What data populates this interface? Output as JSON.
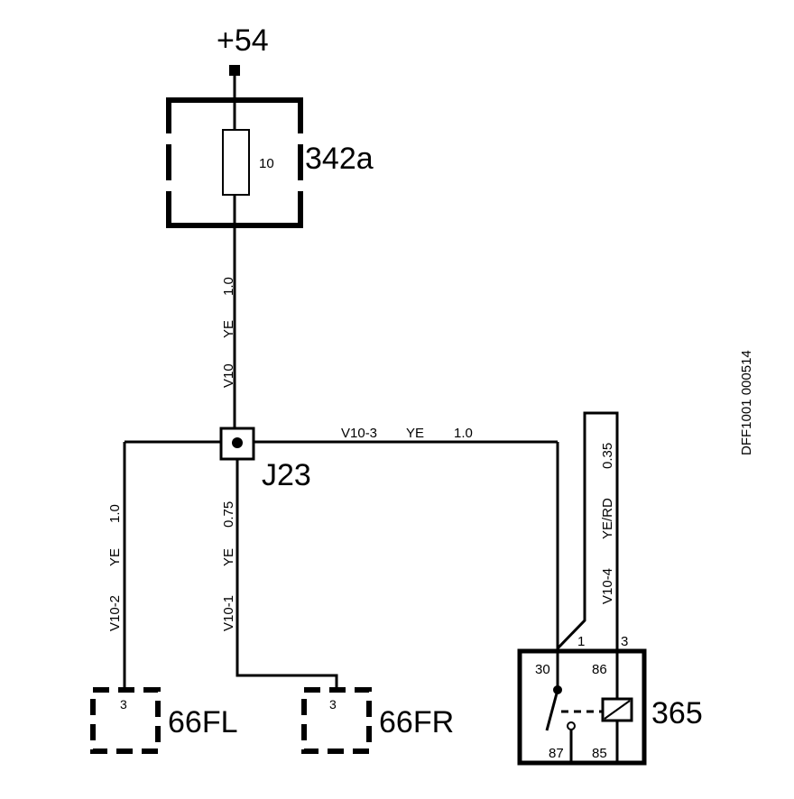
{
  "supply": {
    "label": "+54"
  },
  "fuse": {
    "id": "342a",
    "rating": "10"
  },
  "wires": {
    "v10": {
      "name": "V10",
      "color": "YE",
      "size": "1.0"
    },
    "v10_3": {
      "name": "V10-3",
      "color": "YE",
      "size": "1.0"
    },
    "v10_2": {
      "name": "V10-2",
      "color": "YE",
      "size": "1.0"
    },
    "v10_1": {
      "name": "V10-1",
      "color": "YE",
      "size": "0.75"
    },
    "v10_4": {
      "name": "V10-4",
      "color": "YE/RD",
      "size": "0.35"
    }
  },
  "junction": {
    "id": "J23"
  },
  "speakers": {
    "fl": {
      "id": "66FL",
      "pin": "3"
    },
    "fr": {
      "id": "66FR",
      "pin": "3"
    }
  },
  "relay": {
    "id": "365",
    "conn_pin_left": "1",
    "conn_pin_right": "3",
    "pin_30": "30",
    "pin_86": "86",
    "pin_87": "87",
    "pin_85": "85"
  },
  "drawing_ref": "DFF1001 000514"
}
